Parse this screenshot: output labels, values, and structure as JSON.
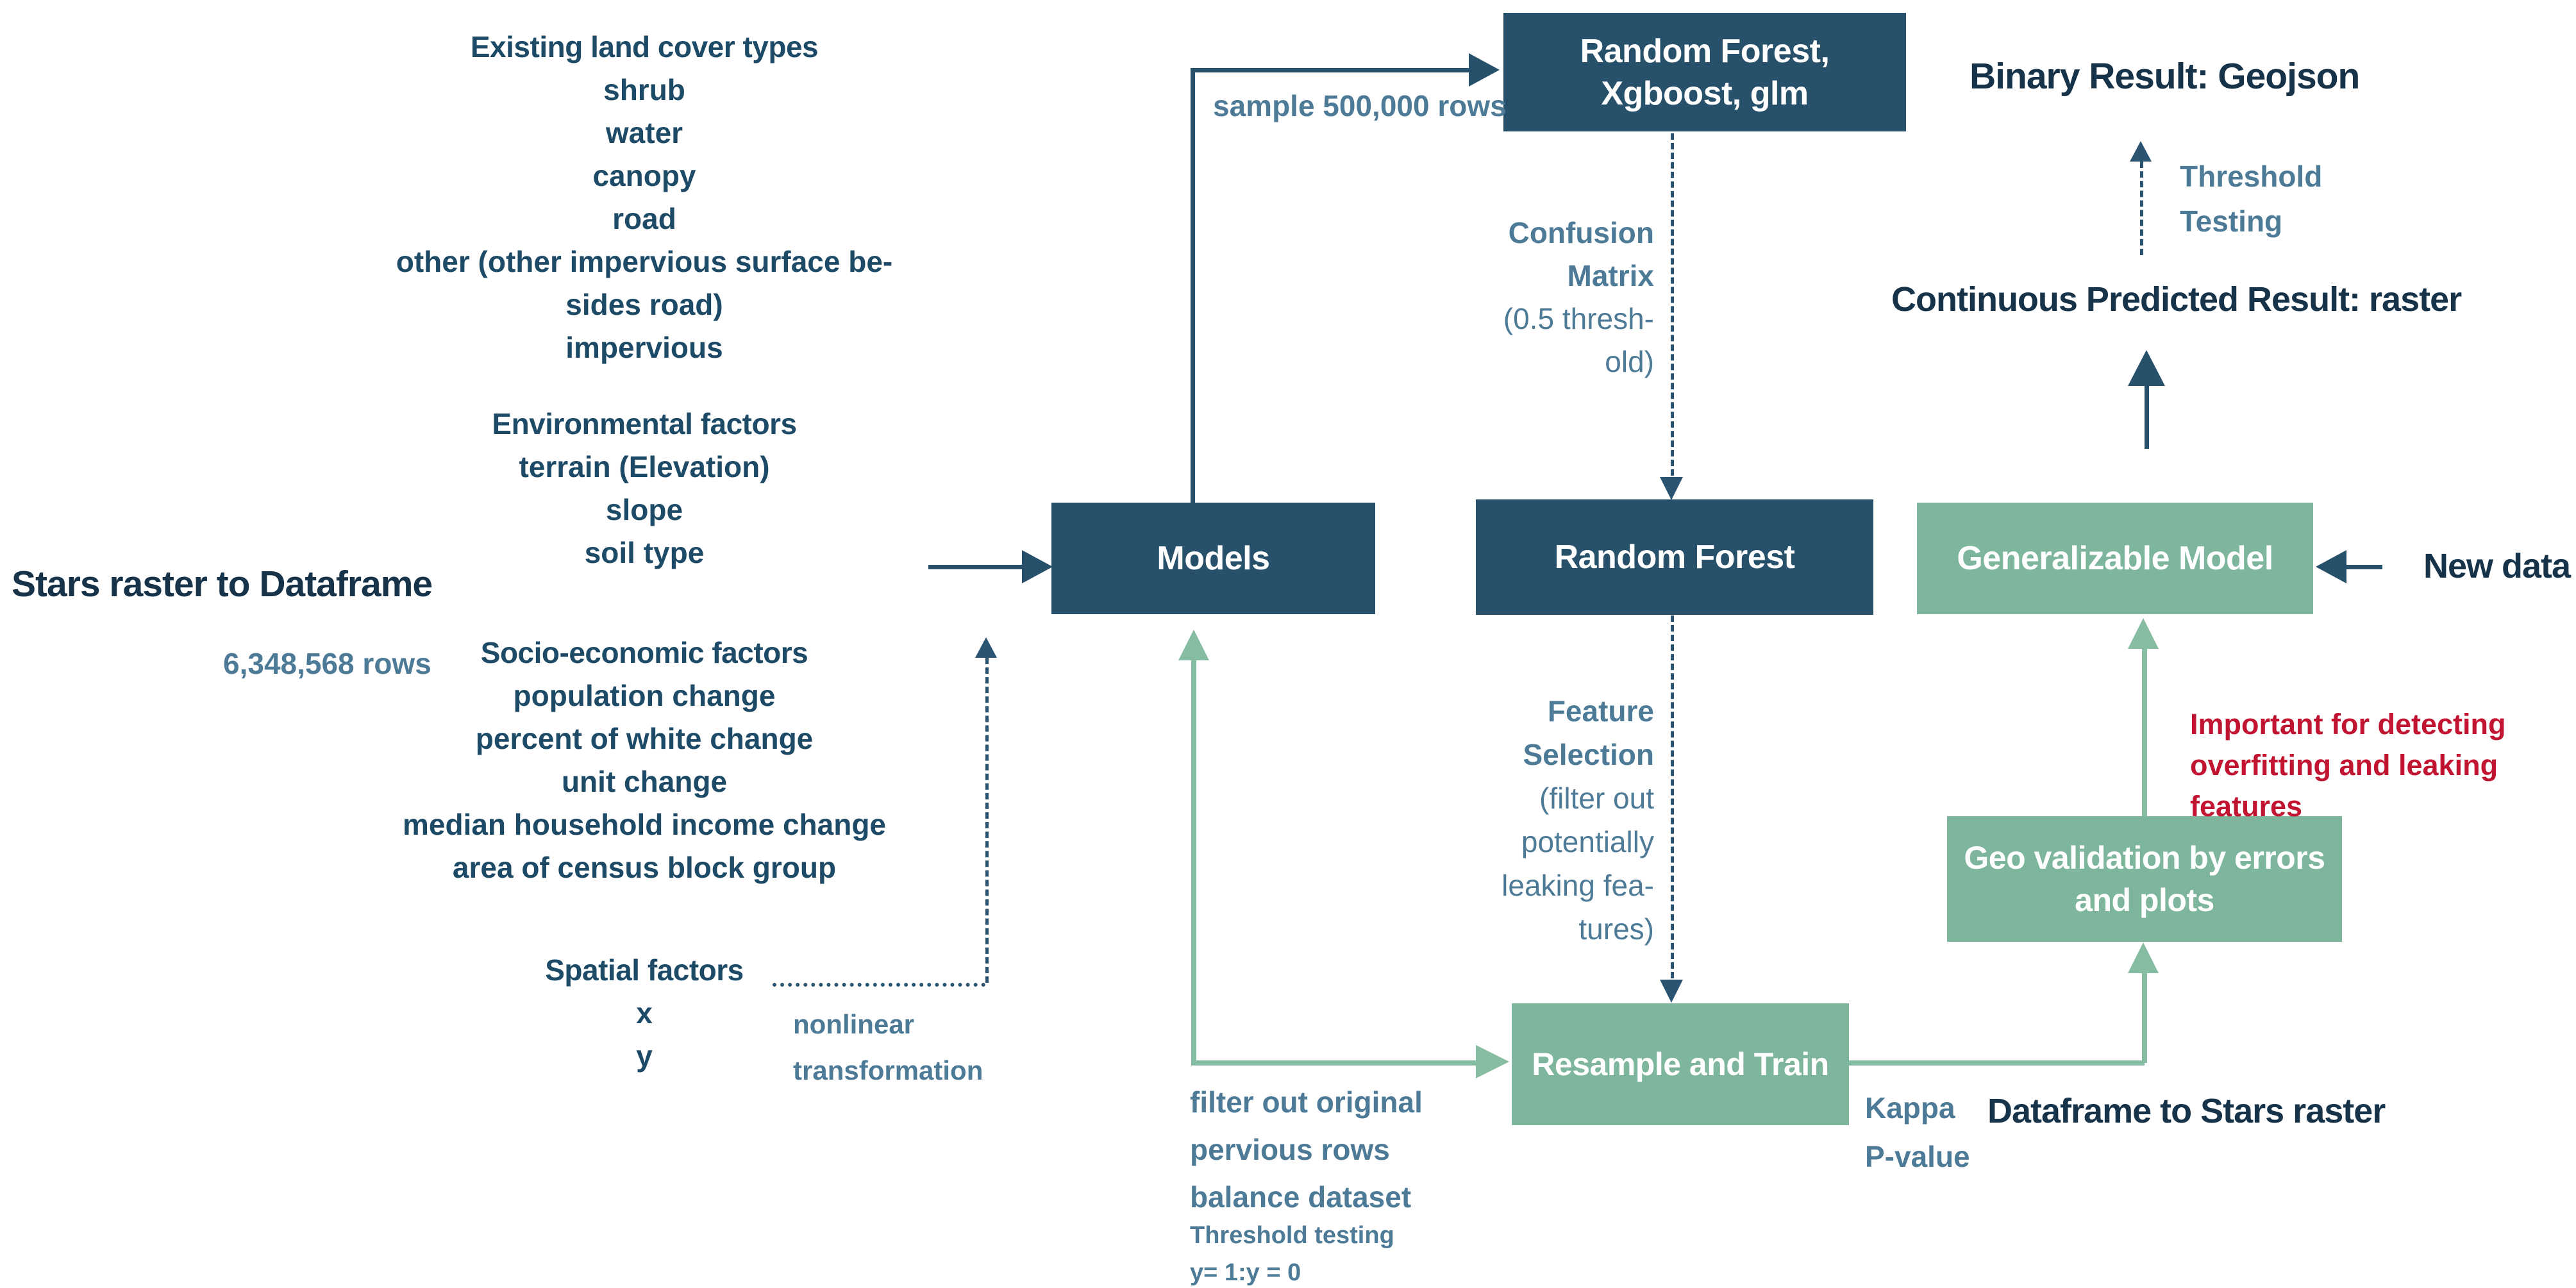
{
  "colors": {
    "dark_box": "#27506a",
    "green_box": "#7db69c",
    "green_line": "#85bca2",
    "steel": "#4d7b97",
    "navy": "#16334a",
    "red": "#c11431",
    "list_blue": "#1d4a66",
    "dash": "#2a5472"
  },
  "left": {
    "existing": {
      "title": "Existing land cover types",
      "items": [
        "shrub",
        "water",
        "canopy",
        "road",
        "other (other impervious surface be-",
        "sides road)",
        "impervious"
      ]
    },
    "environmental": {
      "title": "Environmental factors",
      "items": [
        "terrain (Elevation)",
        "slope",
        "soil type"
      ]
    },
    "socio": {
      "title": "Socio-economic factors",
      "items": [
        "population change",
        "percent of white change",
        "unit change",
        "median household income change",
        "area of census block group"
      ]
    },
    "spatial": {
      "title": "Spatial factors",
      "items": [
        "x",
        "y"
      ]
    }
  },
  "nodes": {
    "models": "Models",
    "rf_xgb": [
      "Random Forest,",
      "Xgboost, glm"
    ],
    "random_forest": "Random Forest",
    "resample": "Resample and Train",
    "geo_validation": [
      "Geo validation by errors",
      "and plots"
    ],
    "generalizable": "Generalizable Model"
  },
  "labels": {
    "stars_to_df": "Stars raster to Dataframe",
    "row_count": "6,348,568 rows",
    "sample": "sample 500,000 rows",
    "confusion": [
      "Confusion",
      "Matrix",
      "(0.5 thresh-",
      "old)"
    ],
    "feature": [
      "Feature",
      "Selection",
      "(filter out",
      "potentially",
      "leaking fea-",
      "tures)"
    ],
    "nonlinear": [
      "nonlinear",
      "transformation"
    ],
    "filter": [
      "filter out original",
      "pervious rows",
      "balance dataset"
    ],
    "threshold_small": [
      "Threshold testing",
      "y= 1:y = 0"
    ],
    "kappa": [
      "Kappa",
      "P-value"
    ],
    "df_to_stars": "Dataframe to Stars raster",
    "important": [
      "Important for detecting",
      "overfitting and leaking",
      "features"
    ],
    "new_data": "New data",
    "continuous": "Continuous Predicted Result: raster",
    "threshold_right": [
      "Threshold",
      "Testing"
    ],
    "binary": "Binary Result: Geojson"
  }
}
